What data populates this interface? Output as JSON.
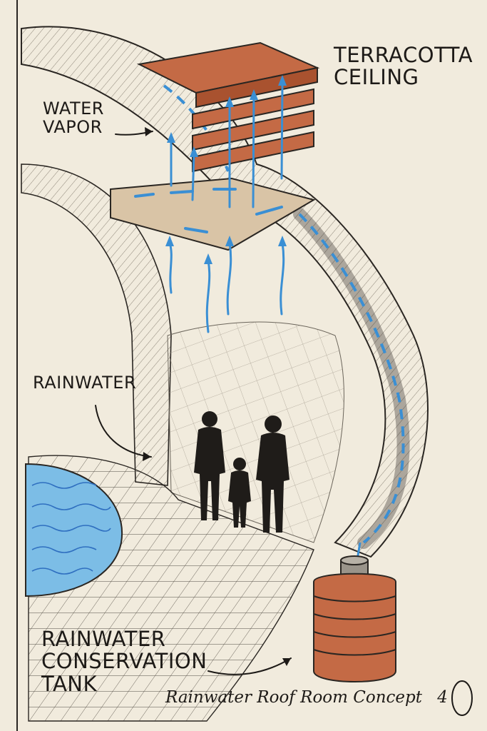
{
  "labels": {
    "terracotta_ceiling": [
      "TERRACOTTA",
      "CEILING"
    ],
    "water_vapor": [
      "WATER",
      "VAPOR"
    ],
    "rainwater": "RAINWATER",
    "conservation_tank": [
      "RAINWATER",
      "CONSERVATION",
      "TANK"
    ]
  },
  "caption": "Rainwater Roof Room Concept",
  "page_number": "4",
  "colors": {
    "paper": "#f1ebdd",
    "ink": "#1d1a17",
    "terracotta": "#c46a45",
    "water_blue": "#3a8fd4",
    "pool_blue": "#7cbde6"
  }
}
